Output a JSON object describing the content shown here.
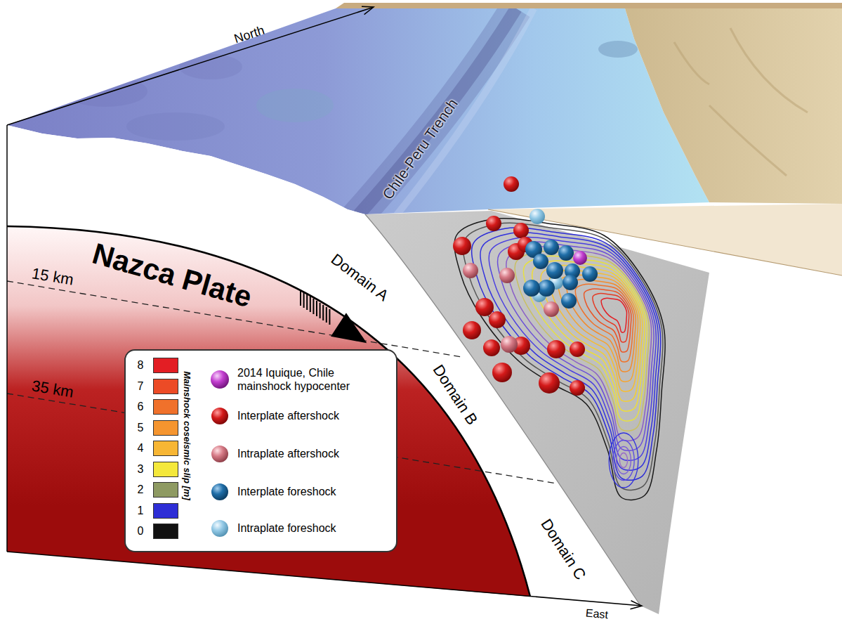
{
  "diagram": {
    "labels": [
      "North",
      "East",
      "Chile-Peru Trench",
      "Nazca Plate",
      "15 km",
      "35 km",
      "Domain A",
      "Domain B",
      "Domain C",
      "Mainshock coseismic slip [m]"
    ],
    "legend": [
      {
        "text": "8",
        "color": "#e31e24"
      },
      {
        "text": "7",
        "color": "#ec4b26"
      },
      {
        "text": "6",
        "color": "#f0712b"
      },
      {
        "text": "5",
        "color": "#f5952f"
      },
      {
        "text": "4",
        "color": "#f7b634"
      },
      {
        "text": "3",
        "color": "#f4e83b"
      },
      {
        "text": "2",
        "color": "#8e9a62"
      },
      {
        "text": "1",
        "color": "#2e2ed6"
      },
      {
        "text": "0",
        "color": "#111111"
      },
      {
        "text": "2014 Iquique, Chile mainshock hypocenter"
      },
      {
        "text": "Interplate aftershock"
      },
      {
        "text": "Intraplate aftershock"
      },
      {
        "text": "Interplate foreshock"
      },
      {
        "text": "Intraplate foreshock"
      }
    ]
  }
}
